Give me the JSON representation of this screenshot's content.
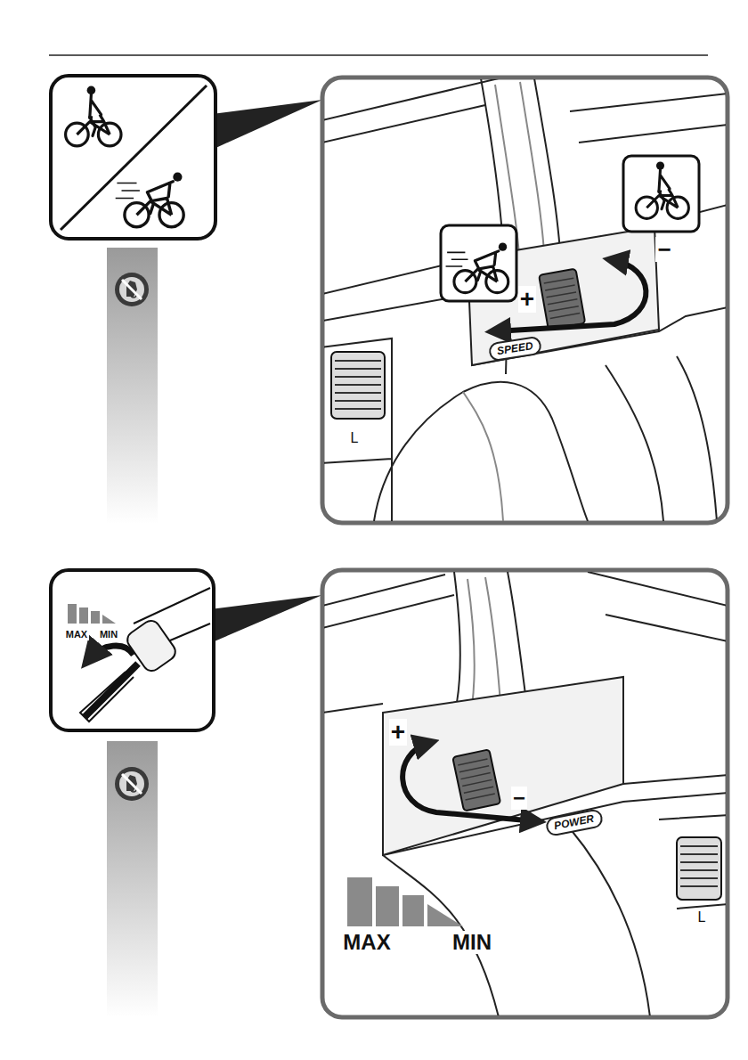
{
  "diagram": {
    "nodes": [
      {
        "text": [
          "SPEED"
        ]
      },
      {
        "text": [
          "POWER"
        ]
      }
    ],
    "labels": [
      "−",
      "+",
      "L",
      "MAX",
      "MIN",
      "+",
      "−",
      "MAX",
      "MIN",
      "L"
    ]
  }
}
